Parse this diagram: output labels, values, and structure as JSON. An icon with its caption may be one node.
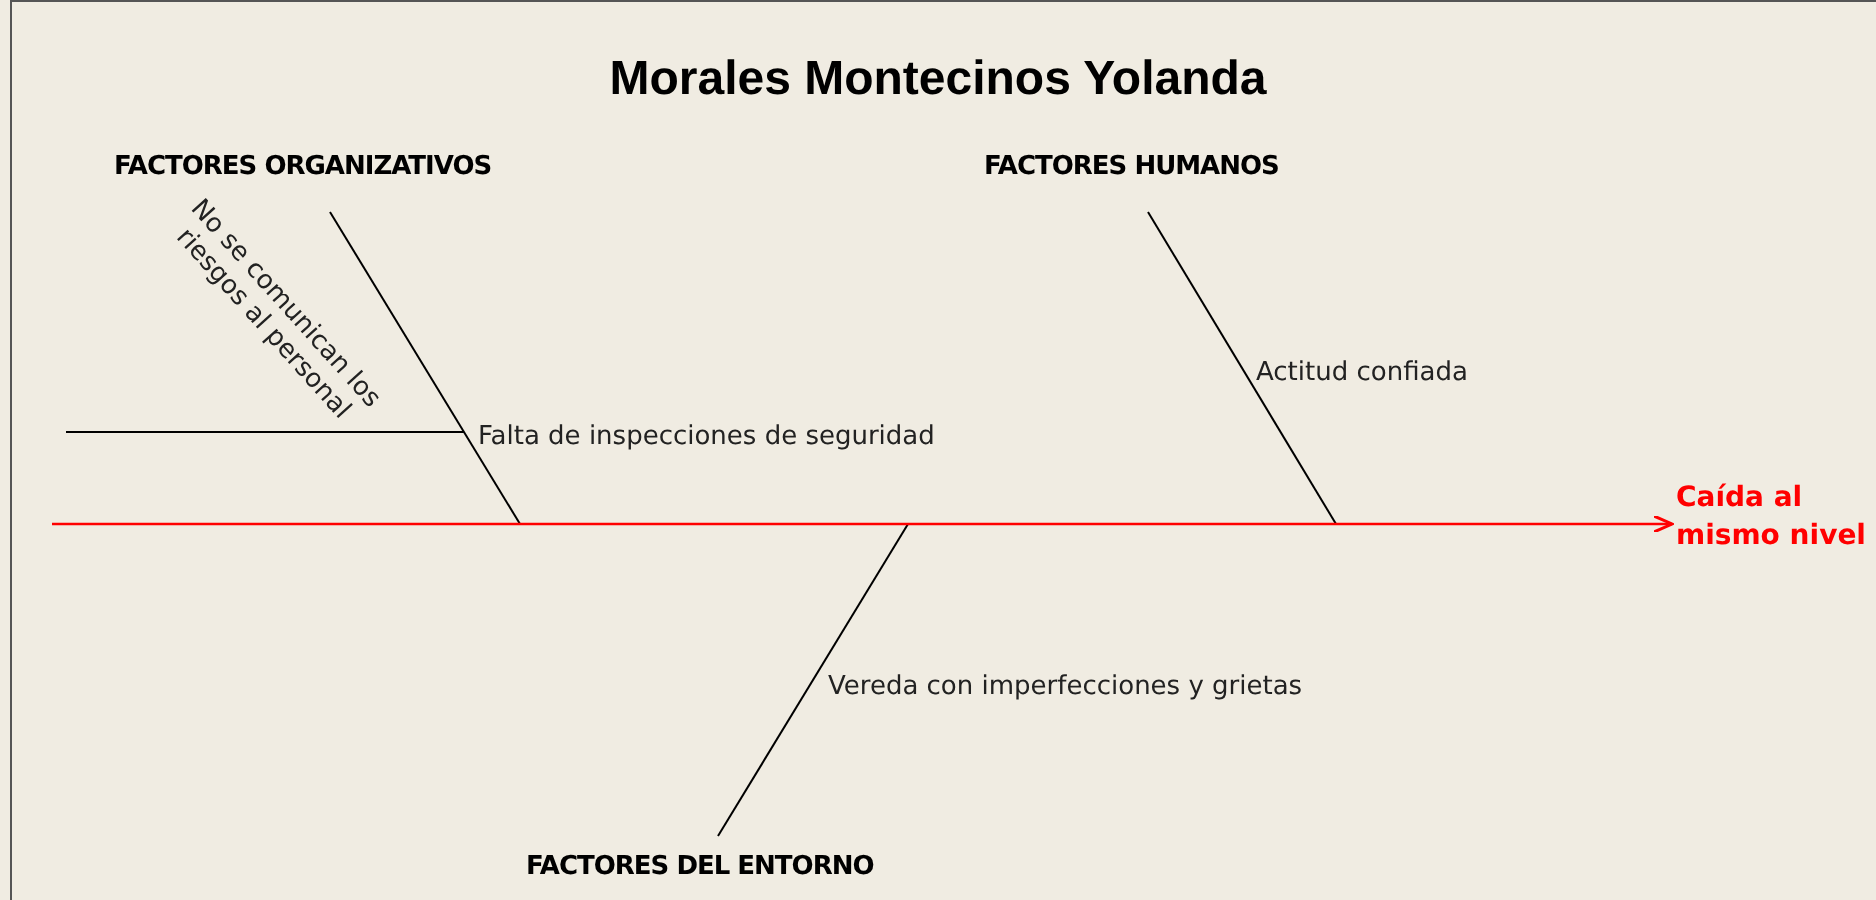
{
  "diagram": {
    "title": "Morales Montecinos Yolanda",
    "nodes": [
      {
        "text": [
          "FACTORES ORGANIZATIVOS"
        ]
      },
      {
        "text": [
          "FACTORES HUMANOS"
        ]
      },
      {
        "text": [
          "Caída al mismo nivel"
        ]
      },
      {
        "text": [
          "FACTORES DEL ENTORNO"
        ]
      }
    ],
    "edges": [
      {
        "from": 0,
        "to": null,
        "arrow": "none"
      },
      {
        "from": 1,
        "to": null,
        "arrow": "none"
      },
      {
        "from": 3,
        "to": null,
        "arrow": "none"
      },
      {
        "from": null,
        "to": 2,
        "arrow": "to",
        "color": "#ff0000"
      }
    ],
    "labels": [
      "No se comunican los riesgos al personal",
      "Actitud confiada",
      "Falta de inspecciones de seguridad",
      "Vereda con imperfecciones y grietas"
    ]
  }
}
